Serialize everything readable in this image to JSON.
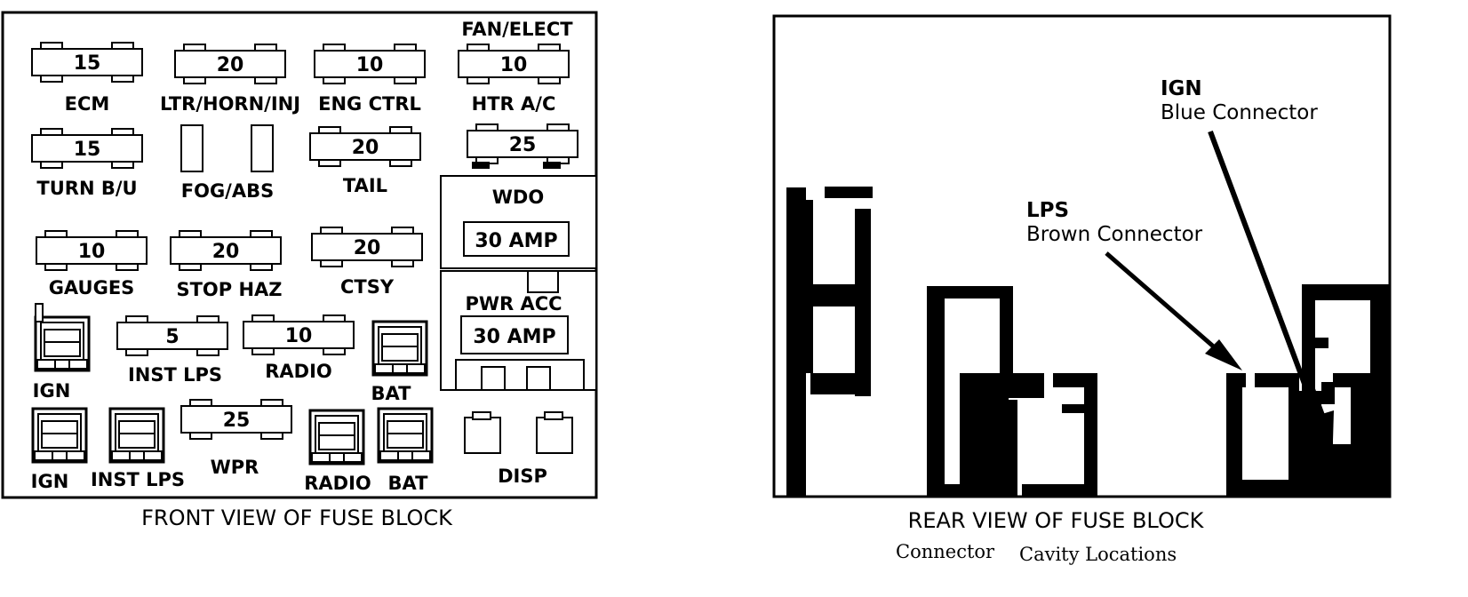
{
  "front_view": {
    "caption": "FRONT VIEW OF FUSE BLOCK",
    "fuses": {
      "ecm": {
        "rating": "15",
        "label": "ECM"
      },
      "ltr_horn_inj": {
        "rating": "20",
        "label": "LTR/HORN/INJ"
      },
      "eng_ctrl": {
        "rating": "10",
        "label": "ENG CTRL"
      },
      "htr_ac": {
        "rating": "10",
        "label": "HTR A/C",
        "header": "FAN/ELECT"
      },
      "turn_bu": {
        "rating": "15",
        "label": "TURN B/U"
      },
      "fog_abs": {
        "label": "FOG/ABS"
      },
      "tail": {
        "rating": "20",
        "label": "TAIL"
      },
      "wdo": {
        "rating": "25",
        "label": "WDO",
        "breaker": "30 AMP"
      },
      "gauges": {
        "rating": "10",
        "label": "GAUGES"
      },
      "stop_haz": {
        "rating": "20",
        "label": "STOP HAZ"
      },
      "ctsy": {
        "rating": "20",
        "label": "CTSY"
      },
      "pwr_acc": {
        "label": "PWR ACC",
        "breaker": "30 AMP"
      },
      "inst_lps_top": {
        "rating": "5",
        "label": "INST LPS"
      },
      "radio_top": {
        "rating": "10",
        "label": "RADIO"
      },
      "ign_top": {
        "label": "IGN"
      },
      "bat_top": {
        "label": "BAT"
      },
      "wpr": {
        "rating": "25",
        "label": "WPR"
      },
      "ign_bottom": {
        "label": "IGN"
      },
      "inst_lps_bottom": {
        "label": "INST LPS"
      },
      "radio_bottom": {
        "label": "RADIO"
      },
      "bat_bottom": {
        "label": "BAT"
      },
      "disp": {
        "label": "DISP"
      }
    }
  },
  "rear_view": {
    "caption": "REAR VIEW OF FUSE BLOCK",
    "subcaption_left": "Connector",
    "subcaption_right": "Cavity Locations",
    "ign_callout": {
      "title": "IGN",
      "subtitle": "Blue Connector"
    },
    "lps_callout": {
      "title": "LPS",
      "subtitle": "Brown Connector"
    }
  }
}
